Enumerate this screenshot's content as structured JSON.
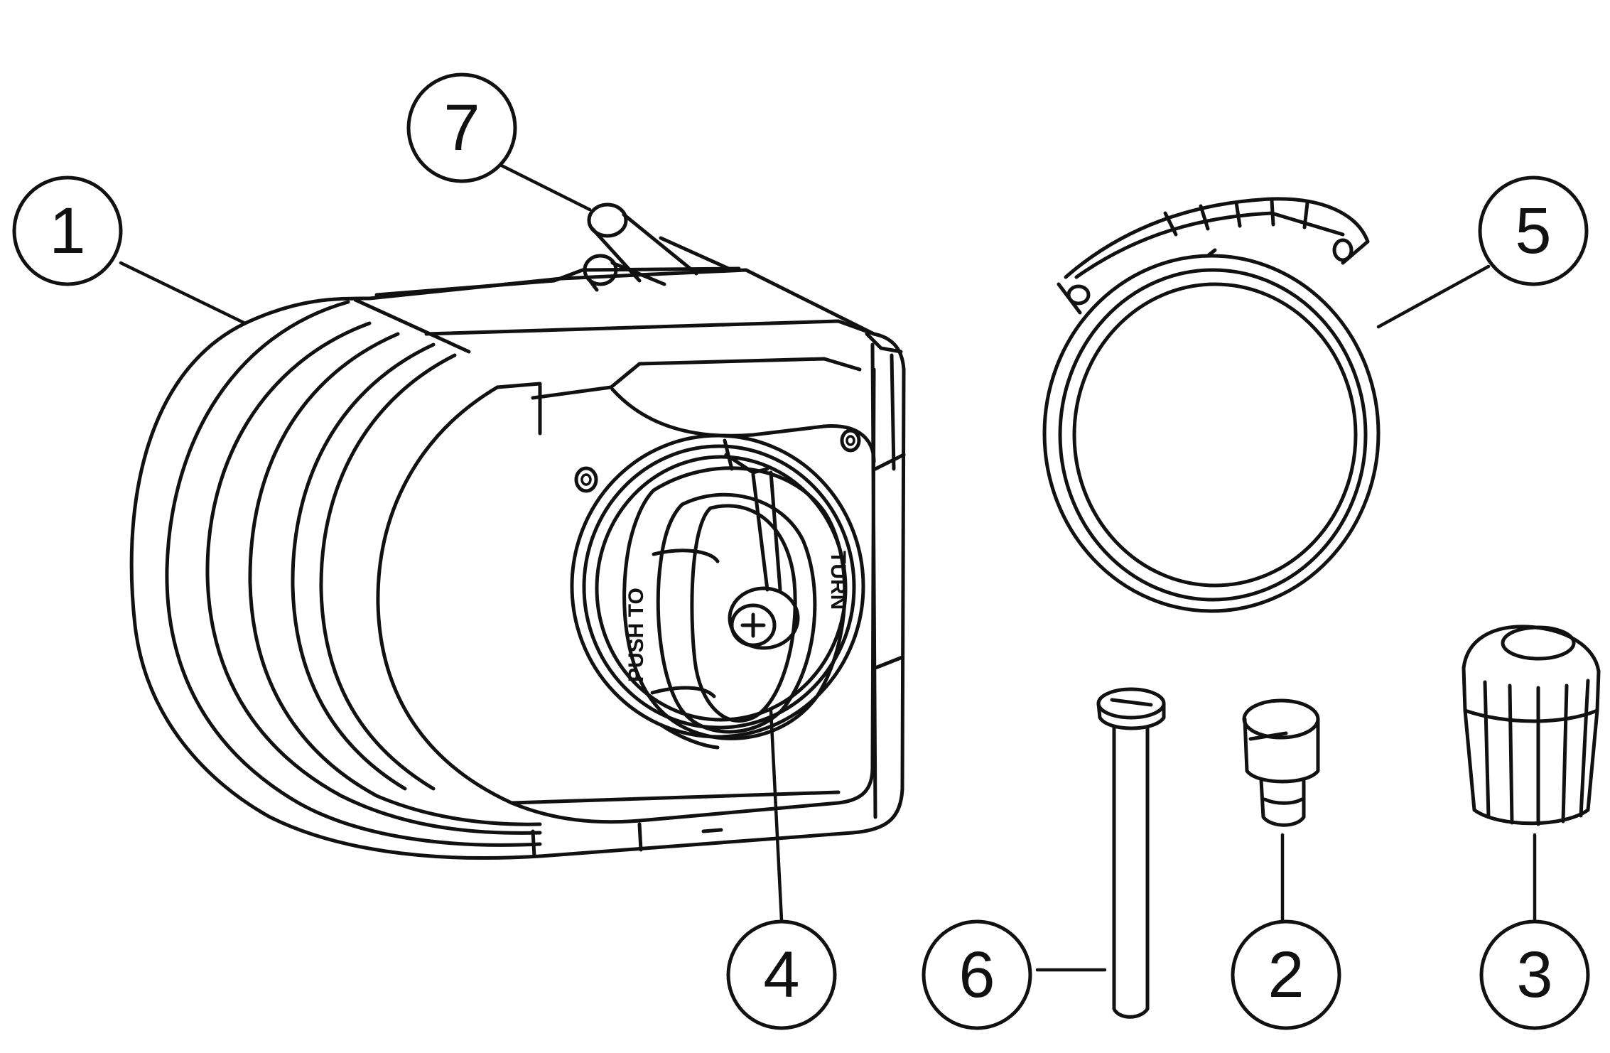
{
  "callouts": [
    {
      "id": "1",
      "label": "1"
    },
    {
      "id": "2",
      "label": "2"
    },
    {
      "id": "3",
      "label": "3"
    },
    {
      "id": "4",
      "label": "4"
    },
    {
      "id": "5",
      "label": "5"
    },
    {
      "id": "6",
      "label": "6"
    },
    {
      "id": "7",
      "label": "7"
    }
  ],
  "knob_text": {
    "left": "PUSH TO",
    "right": "TURN"
  },
  "colors": {
    "line": "#111111",
    "background": "#ffffff"
  }
}
